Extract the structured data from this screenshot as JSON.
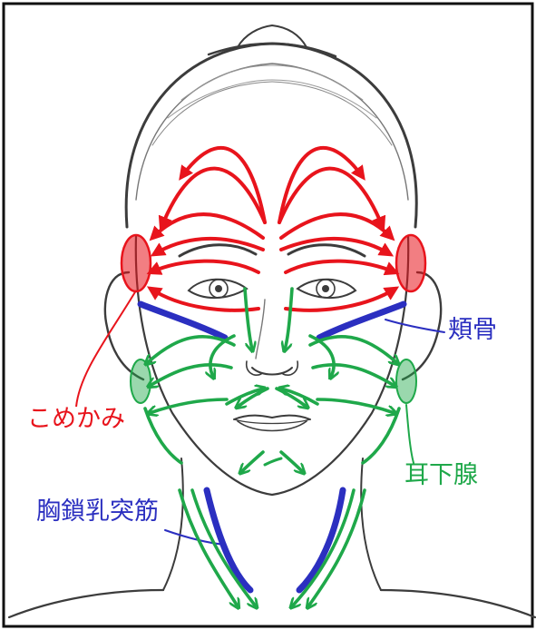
{
  "colors": {
    "red": "#e8141c",
    "blue": "#2b2fc0",
    "green": "#1fa84a",
    "frame": "#111111",
    "sketch": "#3c3c3c"
  },
  "labels": {
    "temple": "こめかみ",
    "cheekbone": "頬骨",
    "parotid": "耳下腺",
    "scm": "胸鎖乳突筋"
  }
}
